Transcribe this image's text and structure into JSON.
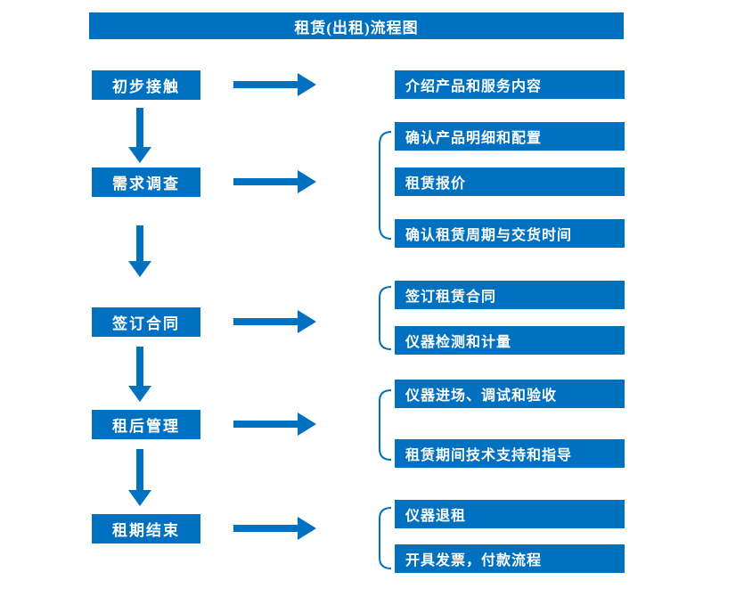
{
  "title": "租赁(出租)流程图",
  "colors": {
    "primary": "#0070C0",
    "background": "#FFFFFF",
    "text_on_primary": "#FFFFFF"
  },
  "steps": [
    {
      "label": "初步接触",
      "details": [
        "介绍产品和服务内容"
      ]
    },
    {
      "label": "需求调查",
      "details": [
        "确认产品明细和配置",
        "租赁报价",
        "确认租赁周期与交货时间"
      ]
    },
    {
      "label": "签订合同",
      "details": [
        "签订租赁合同",
        "仪器检测和计量"
      ]
    },
    {
      "label": "租后管理",
      "details": [
        "仪器进场、调试和验收",
        "租赁期间技术支持和指导"
      ]
    },
    {
      "label": "租期结束",
      "details": [
        "仪器退租",
        "开具发票，付款流程"
      ]
    }
  ]
}
